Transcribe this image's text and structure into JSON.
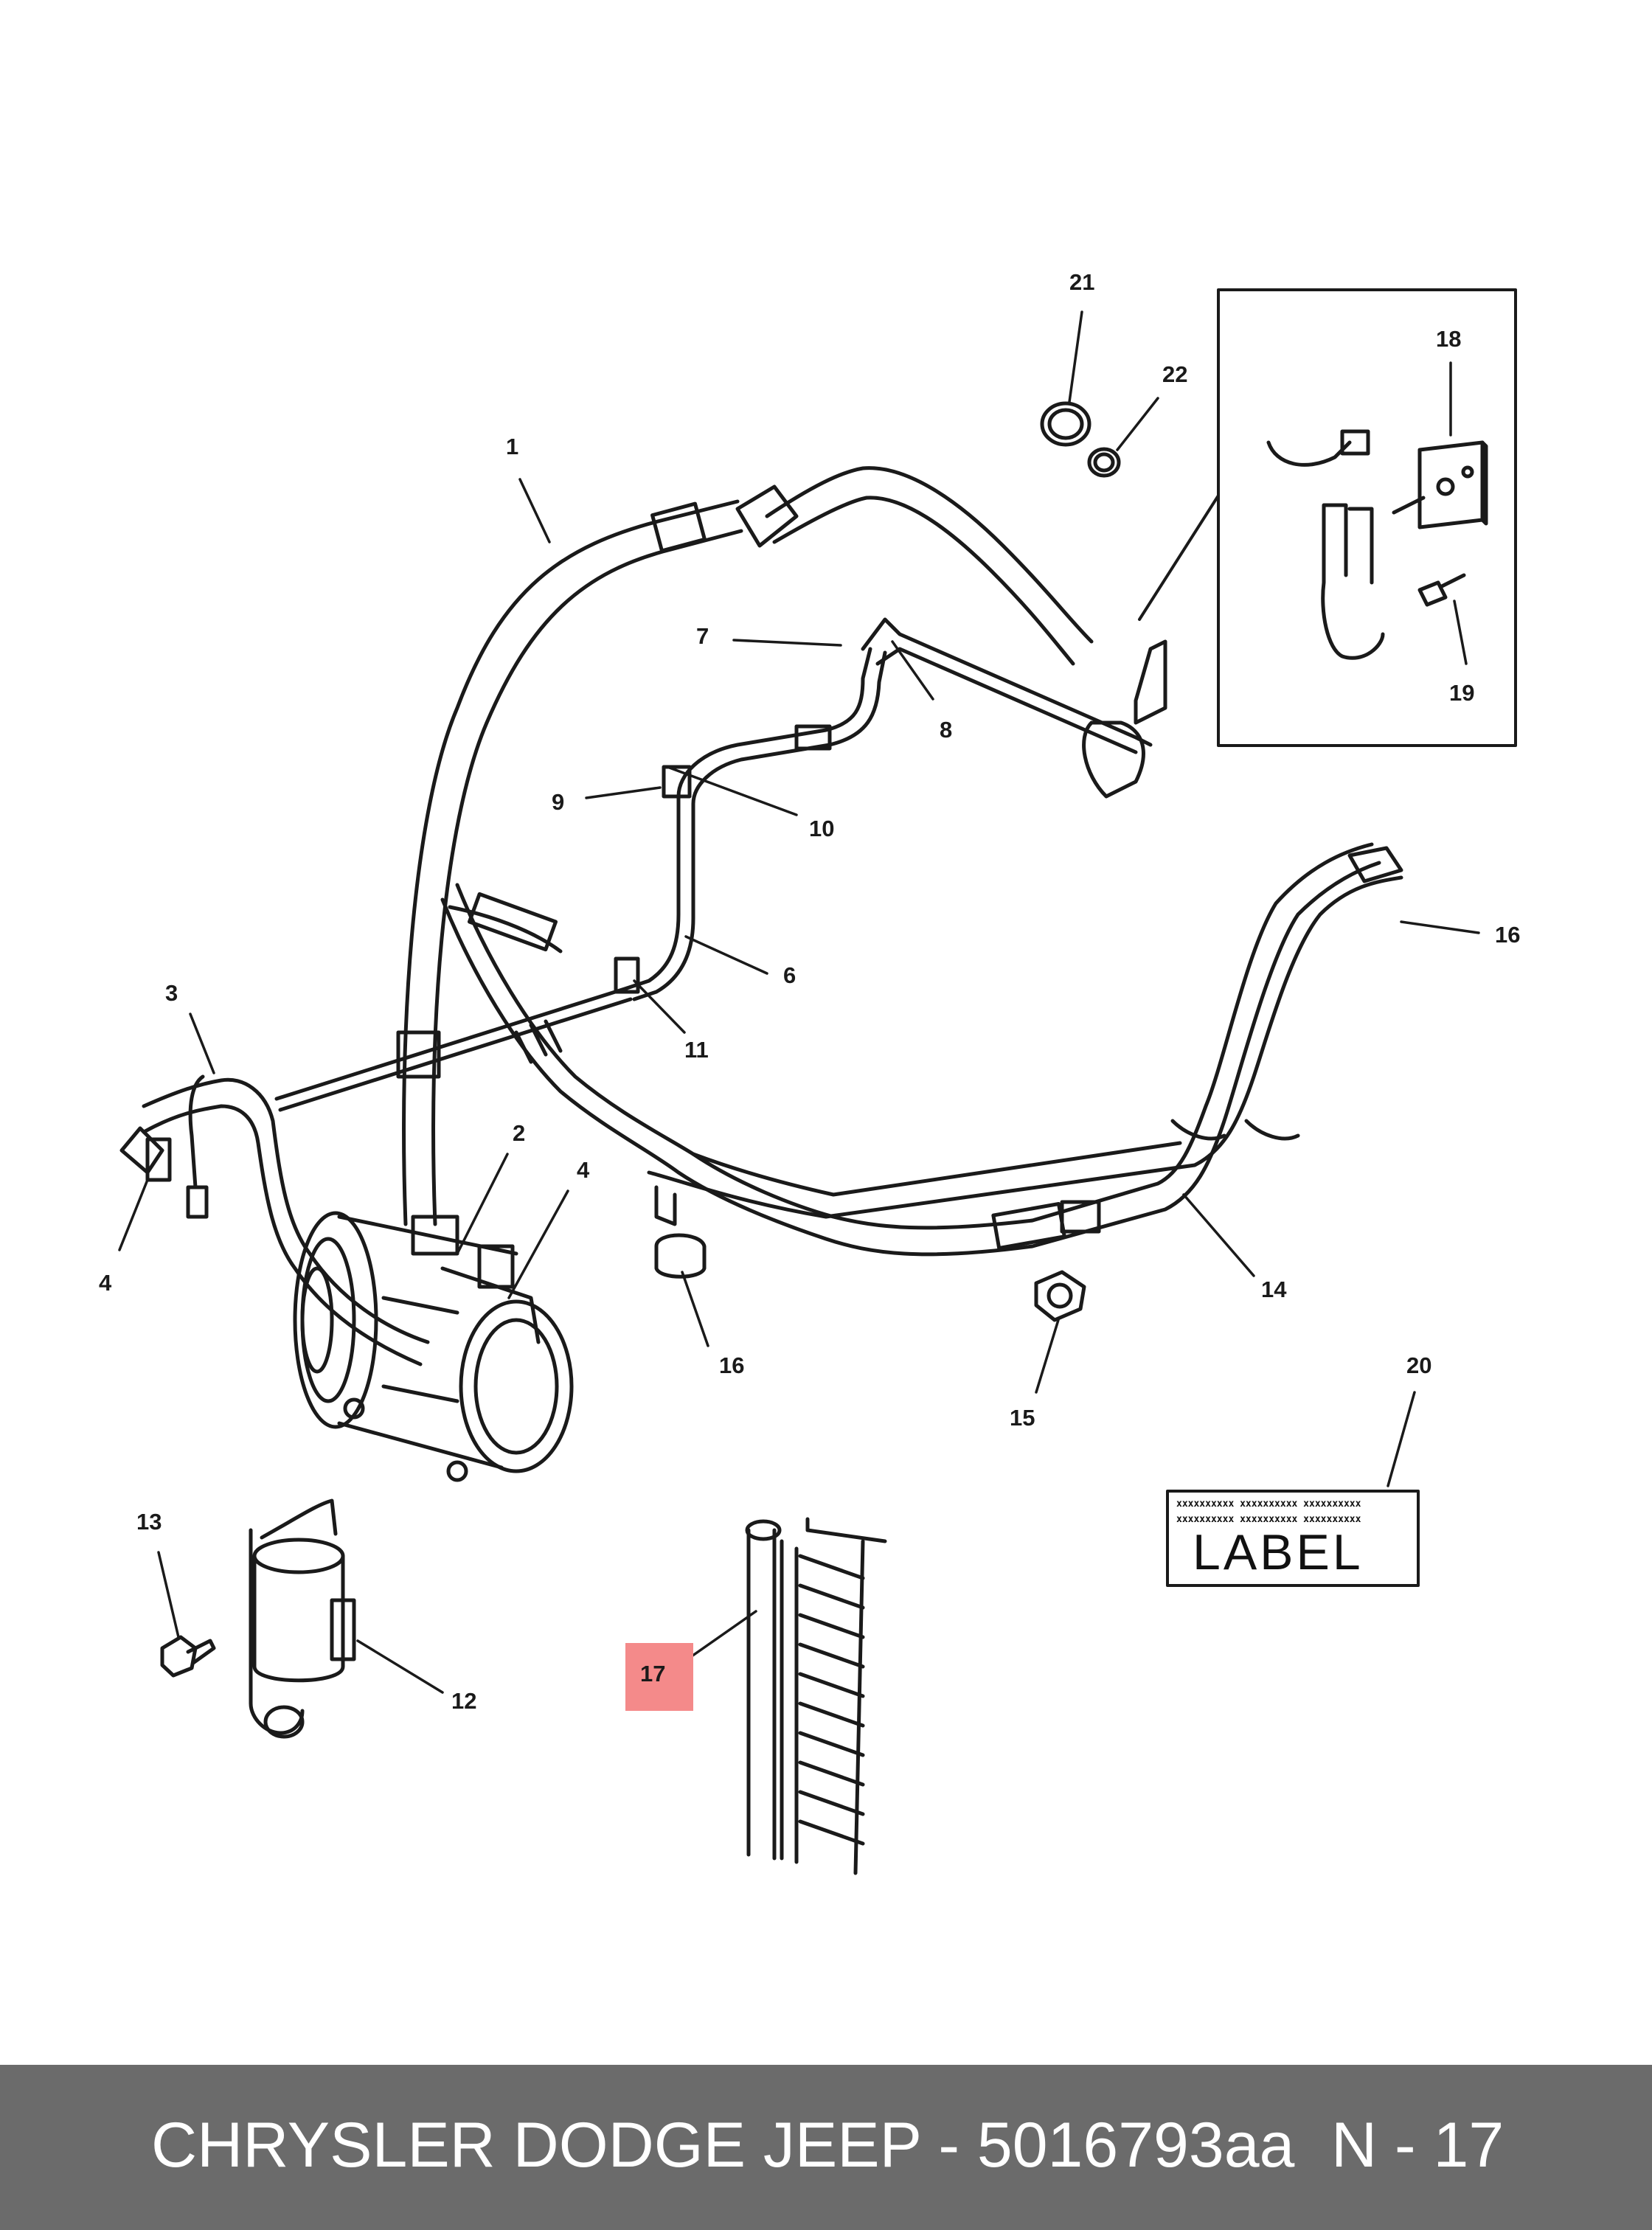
{
  "diagram": {
    "callouts": [
      {
        "id": "1",
        "text": "1"
      },
      {
        "id": "2",
        "text": "2"
      },
      {
        "id": "3",
        "text": "3"
      },
      {
        "id": "4a",
        "text": "4"
      },
      {
        "id": "4b",
        "text": "4"
      },
      {
        "id": "6",
        "text": "6"
      },
      {
        "id": "7",
        "text": "7"
      },
      {
        "id": "8",
        "text": "8"
      },
      {
        "id": "9",
        "text": "9"
      },
      {
        "id": "10",
        "text": "10"
      },
      {
        "id": "11",
        "text": "11"
      },
      {
        "id": "12",
        "text": "12"
      },
      {
        "id": "13",
        "text": "13"
      },
      {
        "id": "14",
        "text": "14"
      },
      {
        "id": "15",
        "text": "15"
      },
      {
        "id": "16a",
        "text": "16"
      },
      {
        "id": "16b",
        "text": "16"
      },
      {
        "id": "17",
        "text": "17"
      },
      {
        "id": "18",
        "text": "18"
      },
      {
        "id": "19",
        "text": "19"
      },
      {
        "id": "20",
        "text": "20"
      },
      {
        "id": "21",
        "text": "21"
      },
      {
        "id": "22",
        "text": "22"
      }
    ],
    "highlight_callout": "17",
    "highlight_color": "#f48a8a",
    "label_part": {
      "fine_print": "xxxxxxxxxx xxxxxxxxxx xxxxxxxxxx",
      "text": "LABEL"
    }
  },
  "footer": {
    "title": "CHRYSLER DODGE JEEP - 5016793aa",
    "ref": "N - 17",
    "background": "#6b6b6b"
  }
}
